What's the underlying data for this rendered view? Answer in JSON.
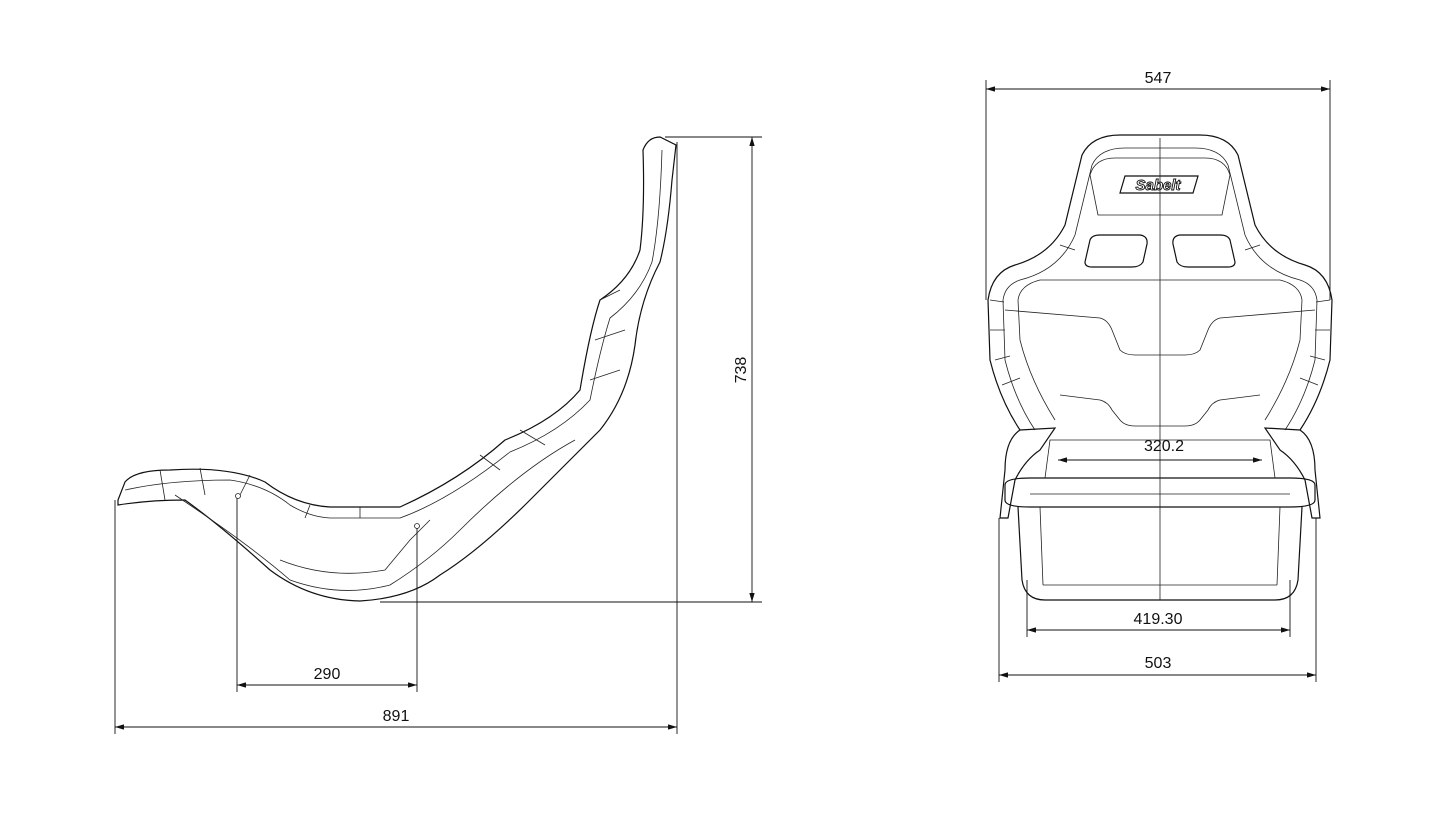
{
  "side_view": {
    "height_dim": "738",
    "length_dim": "891",
    "mount_spacing_dim": "290"
  },
  "front_view": {
    "overall_width_dim": "547",
    "inner_width_dim": "320.2",
    "base_inner_width_dim": "419.30",
    "base_width_dim": "503",
    "logo_text": "Sabelt"
  }
}
